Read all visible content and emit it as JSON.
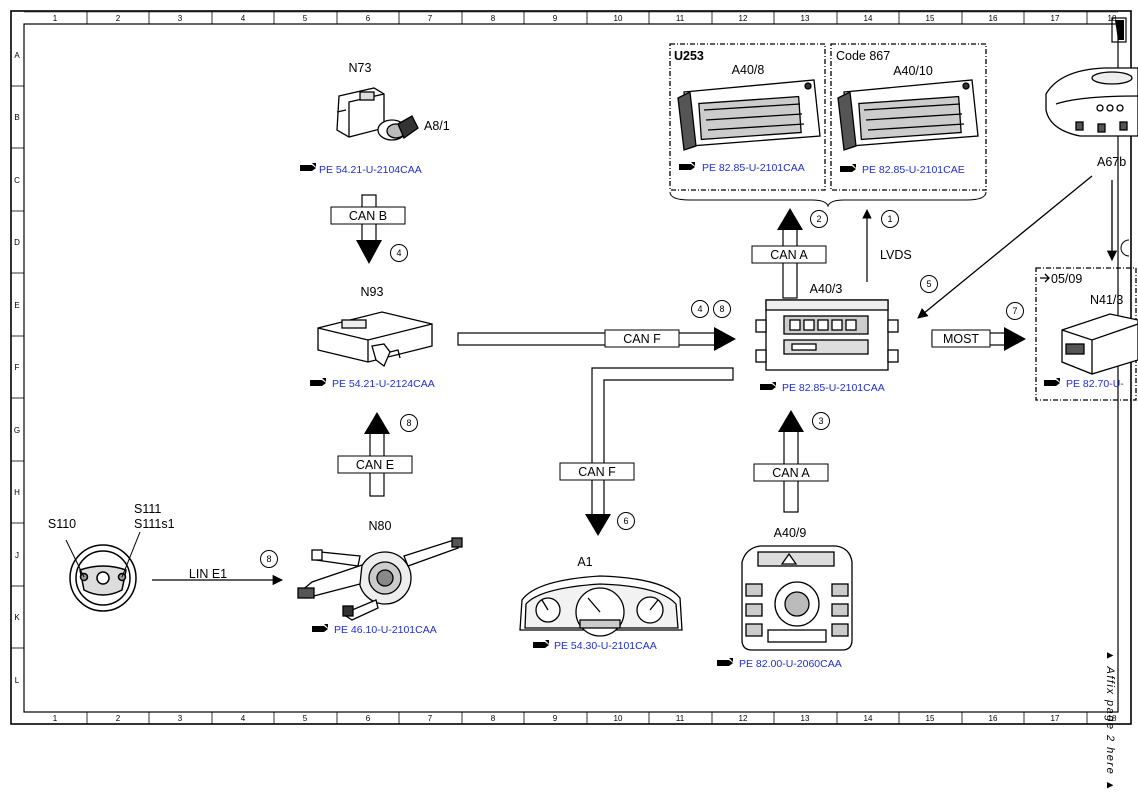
{
  "columns": [
    "1",
    "2",
    "3",
    "4",
    "5",
    "6",
    "7",
    "8",
    "9",
    "10",
    "11",
    "12",
    "13",
    "14",
    "15",
    "16",
    "17",
    "18"
  ],
  "rows": [
    "A",
    "B",
    "C",
    "D",
    "E",
    "F",
    "G",
    "H",
    "J",
    "K",
    "L"
  ],
  "components": {
    "n73": "N73",
    "a8_1": "A8/1",
    "n93": "N93",
    "n80": "N80",
    "s110": "S110",
    "s111": "S111",
    "s111s1": "S111s1",
    "a1": "A1",
    "a40_3": "A40/3",
    "a40_9": "A40/9",
    "a40_8": "A40/8",
    "a40_10": "A40/10",
    "a67b": "A67b",
    "n41_3": "N41/3"
  },
  "groups": {
    "u253": "U253",
    "code867": "Code 867",
    "since0509": "05/09"
  },
  "refs": {
    "n73": "PE 54.21-U-2104CAA",
    "n93": "PE 54.21-U-2124CAA",
    "n80": "PE 46.10-U-2101CAA",
    "a1": "PE 54.30-U-2101CAA",
    "a40_3": "PE 82.85-U-2101CAA",
    "a40_9": "PE 82.00-U-2060CAA",
    "a40_8": "PE 82.85-U-2101CAA",
    "a40_10": "PE 82.85-U-2101CAE",
    "n41_3": "PE 82.70-U-"
  },
  "buses": {
    "can_b": "CAN B",
    "can_e": "CAN E",
    "can_f_top": "CAN F",
    "can_f_mid": "CAN F",
    "can_a_top": "CAN A",
    "can_a_bottom": "CAN A",
    "lvds": "LVDS",
    "most": "MOST",
    "lin_e1": "LIN E1"
  },
  "callouts": {
    "c1": "1",
    "c2": "2",
    "c3": "3",
    "c4a": "4",
    "c4b": "4",
    "c5": "5",
    "c6": "6",
    "c7": "7",
    "c8a": "8",
    "c8b": "8",
    "c8c": "8"
  },
  "margin_note": "▲ Affix page 2 here ▲",
  "colors": {
    "ref_link": "#1f2fd6",
    "line": "#000000"
  }
}
